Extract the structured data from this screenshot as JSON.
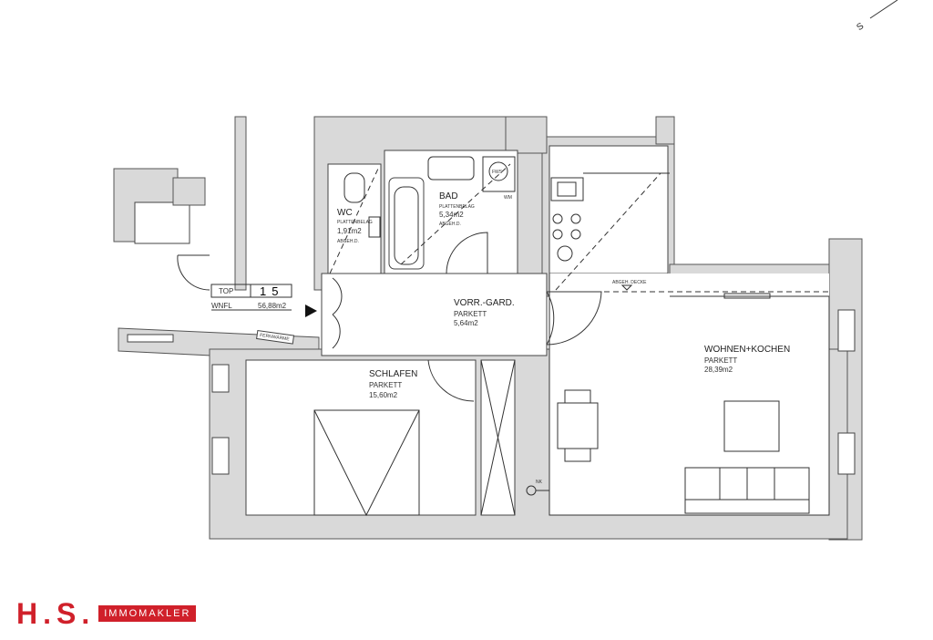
{
  "compass": {
    "label": "S"
  },
  "unit_box": {
    "top_label": "TOP",
    "top_number": "15",
    "wnfl_label": "WNFL",
    "wnfl_value": "56,88m2"
  },
  "rooms": {
    "wc": {
      "name": "WC",
      "floor": "PLATTENBELAG",
      "area": "1,91m2",
      "note": "ABGEH.D."
    },
    "bad": {
      "name": "BAD",
      "floor": "PLATTENBELAG",
      "area": "5,34m2",
      "note": "ABGEH.D."
    },
    "vorraum": {
      "name": "VORR.-GARD.",
      "floor": "PARKETT",
      "area": "5,64m2"
    },
    "schlafen": {
      "name": "SCHLAFEN",
      "floor": "PARKETT",
      "area": "15,60m2"
    },
    "wohnen": {
      "name": "WOHNEN+KOCHEN",
      "floor": "PARKETT",
      "area": "28,39m2"
    }
  },
  "annotations": {
    "fws": "FWS",
    "wm": "WM",
    "abgeh_decke": "ABGEH. DECKE",
    "nk": "NK",
    "fernwaerme": "FERNWÄRME"
  },
  "logo": {
    "main": "H.S.",
    "sub": "IMMOMAKLER",
    "color": "#d0202a"
  }
}
